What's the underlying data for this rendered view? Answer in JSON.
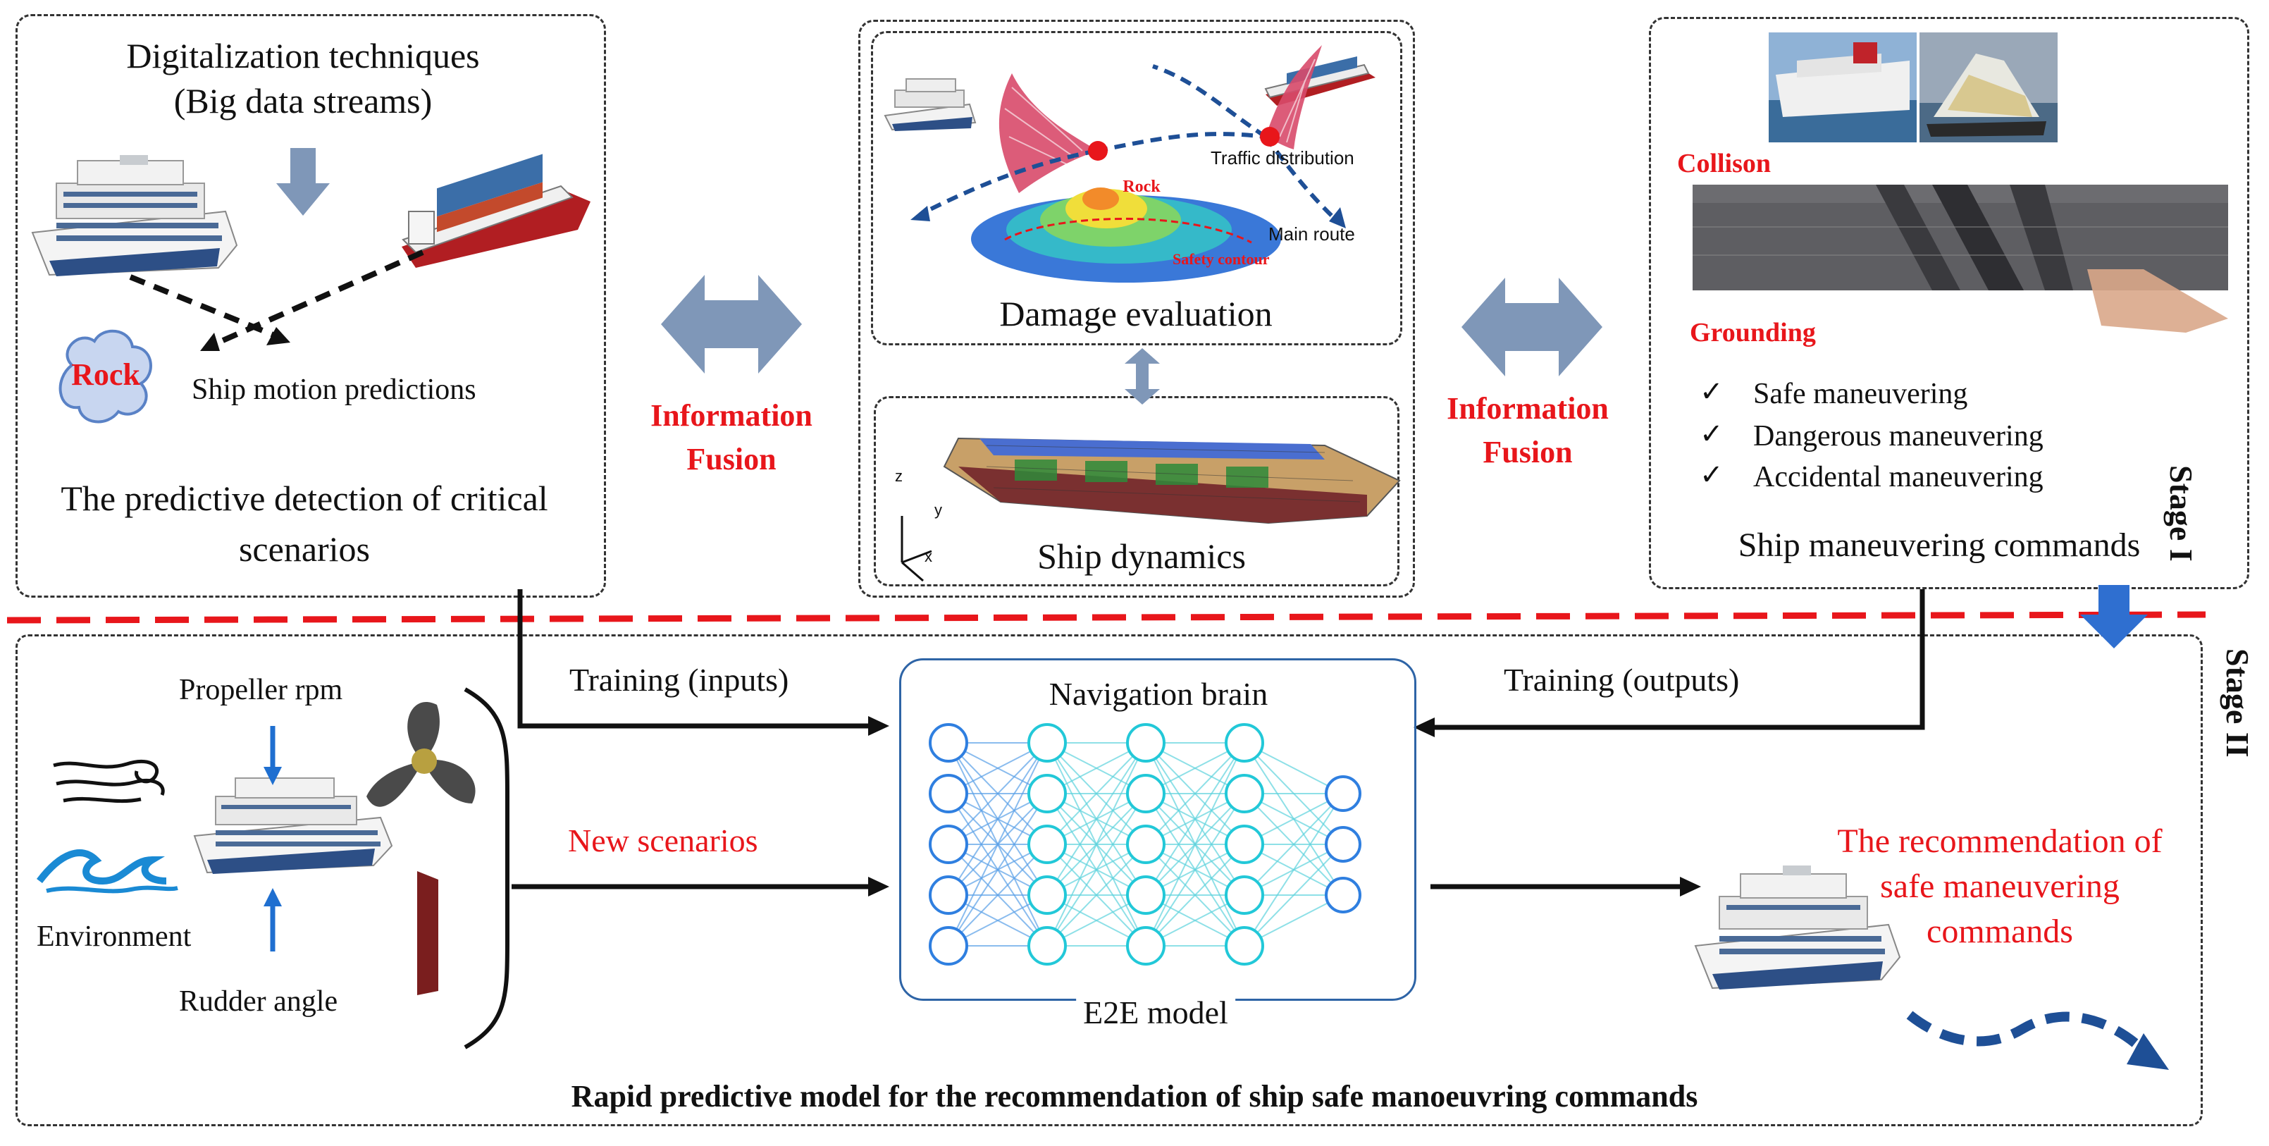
{
  "panel_left": {
    "heading_line1": "Digitalization techniques",
    "heading_line2": "(Big data streams)",
    "rock_label": "Rock",
    "motion_label": "Ship motion predictions",
    "caption_line1": "The predictive detection of critical",
    "caption_line2": "scenarios"
  },
  "fusion": {
    "left_line1": "Information",
    "left_line2": "Fusion",
    "right_line1": "Information",
    "right_line2": "Fusion"
  },
  "panel_middle": {
    "traffic_label": "Traffic distribution",
    "main_route_label": "Main route",
    "rock_label": "Rock",
    "safety_contour_label": "Safety contour",
    "damage_caption": "Damage evaluation",
    "axis_z": "z",
    "axis_y": "y",
    "axis_x": "x",
    "dynamics_caption": "Ship dynamics"
  },
  "panel_right": {
    "collision_label": "Collison",
    "grounding_label": "Grounding",
    "checklist": [
      "Safe maneuvering",
      "Dangerous maneuvering",
      "Accidental maneuvering"
    ],
    "check_symbol": "✓",
    "caption": "Ship maneuvering commands"
  },
  "stages": {
    "stage1": "Stage I",
    "stage2": "Stage II"
  },
  "stage2": {
    "propeller_label": "Propeller rpm",
    "environment_label": "Environment",
    "rudder_label": "Rudder angle",
    "training_inputs": "Training (inputs)",
    "training_outputs": "Training (outputs)",
    "new_scenarios": "New scenarios",
    "nav_brain_title": "Navigation brain",
    "e2e_label": "E2E model",
    "recommend_line1": "The recommendation of",
    "recommend_line2": "safe maneuvering",
    "recommend_line3": "commands",
    "bottom_caption": "Rapid predictive model for the recommendation of ship safe manoeuvring commands"
  },
  "colors": {
    "accent_red": "#e8161b",
    "fusion_arrow": "#7f97b8",
    "nn_blue": "#2f7fe0",
    "nn_cyan": "#22c8d8",
    "route_blue": "#1e4f96"
  }
}
